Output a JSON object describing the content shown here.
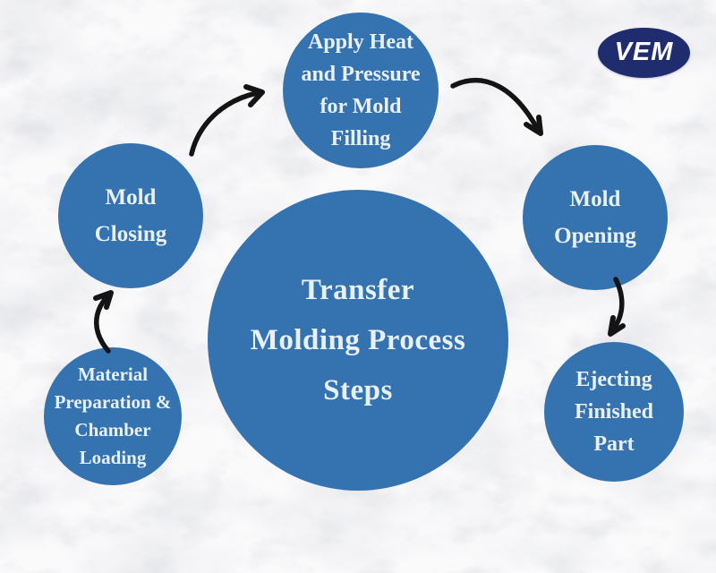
{
  "title": "Transfer Molding Process Steps",
  "logo": {
    "text": "VEM"
  },
  "colors": {
    "circle_blue": "#3473b0",
    "circle_text": "#e9f0f8",
    "arrow_black": "#141414",
    "logo_navy": "#1f2d6e",
    "logo_text": "#ffffff",
    "background_marble_white": "#fafafb"
  },
  "center_circle": {
    "label": "Transfer Molding Process Steps",
    "lines": [
      "Transfer",
      "Molding Process",
      "Steps"
    ]
  },
  "steps": [
    {
      "name": "material-preparation-chamber-loading",
      "label": "Material Preparation & Chamber Loading",
      "lines": [
        "Material",
        "Preparation &",
        "Chamber",
        "Loading"
      ]
    },
    {
      "name": "mold-closing",
      "label": "Mold Closing",
      "lines": [
        "Mold",
        "Closing"
      ]
    },
    {
      "name": "apply-heat-pressure-mold-filling",
      "label": "Apply Heat and Pressure for Mold Filling",
      "lines": [
        "Apply Heat",
        "and Pressure",
        "for Mold",
        "Filling"
      ]
    },
    {
      "name": "mold-opening",
      "label": "Mold Opening",
      "lines": [
        "Mold",
        "Opening"
      ]
    },
    {
      "name": "ejecting-finished-part",
      "label": "Ejecting Finished Part",
      "lines": [
        "Ejecting",
        "Finished",
        "Part"
      ]
    }
  ],
  "arrows": [
    {
      "from": "Material Preparation & Chamber Loading",
      "to": "Mold Closing"
    },
    {
      "from": "Mold Closing",
      "to": "Apply Heat and Pressure for Mold Filling"
    },
    {
      "from": "Apply Heat and Pressure for Mold Filling",
      "to": "Mold Opening"
    },
    {
      "from": "Mold Opening",
      "to": "Ejecting Finished Part"
    }
  ]
}
